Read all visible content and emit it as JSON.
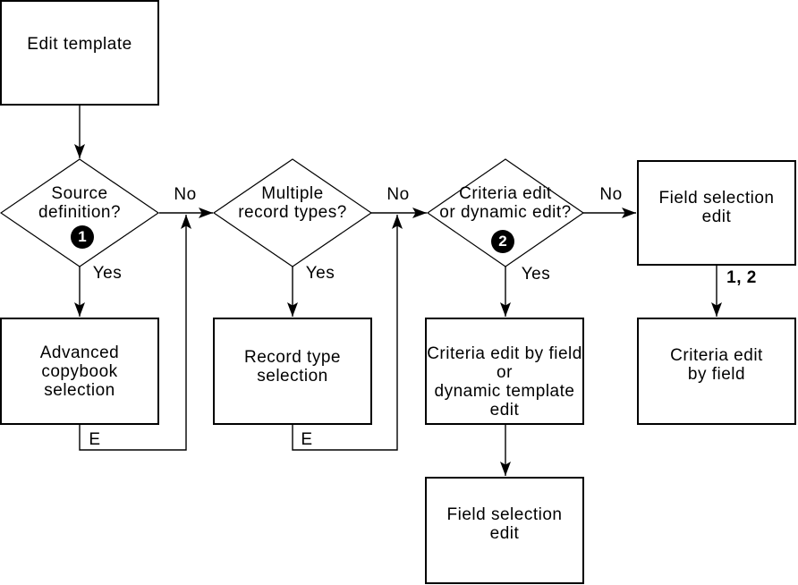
{
  "diagram": {
    "boxes": {
      "edit_template": {
        "lines": [
          "Edit template"
        ]
      },
      "advanced_copybook": {
        "lines": [
          "Advanced",
          "copybook",
          "selection"
        ]
      },
      "record_type": {
        "lines": [
          "Record type",
          "selection"
        ]
      },
      "criteria_dynamic": {
        "lines": [
          "Criteria edit by field",
          "or",
          "dynamic template",
          "edit"
        ]
      },
      "field_selection_top": {
        "lines": [
          "Field selection",
          "edit"
        ]
      },
      "criteria_by_field": {
        "lines": [
          "Criteria edit",
          "by field"
        ]
      },
      "field_selection_bottom": {
        "lines": [
          "Field selection",
          "edit"
        ]
      }
    },
    "decisions": {
      "source_definition": {
        "lines": [
          "Source",
          "definition?"
        ],
        "badge": "1"
      },
      "multiple_record_types": {
        "lines": [
          "Multiple",
          "record types?"
        ]
      },
      "criteria_or_dynamic": {
        "lines": [
          "Criteria edit",
          "or dynamic edit?"
        ],
        "badge": "2"
      }
    },
    "edge_labels": {
      "no_source": "No",
      "no_multiple": "No",
      "no_criteria": "No",
      "yes_source": "Yes",
      "yes_multiple": "Yes",
      "yes_criteria": "Yes",
      "exit_advanced": "E",
      "exit_record": "E",
      "one_two": "1, 2"
    },
    "colors": {
      "line": "#000000",
      "background": "#ffffff",
      "badge_background": "#000000",
      "badge_text": "#ffffff"
    }
  }
}
